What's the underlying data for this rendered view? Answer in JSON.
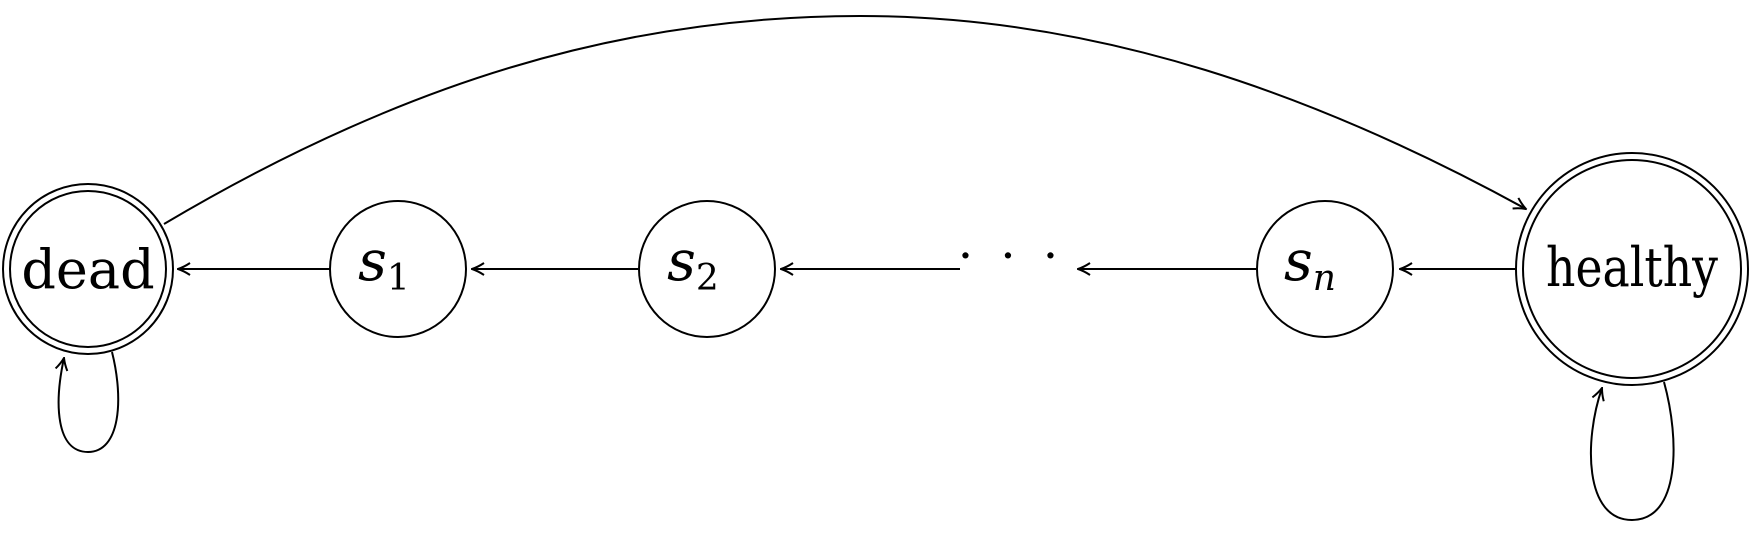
{
  "diagram": {
    "nodes": {
      "dead": {
        "label": "dead",
        "accepting": true
      },
      "s1": {
        "var": "s",
        "sub": "1"
      },
      "s2": {
        "var": "s",
        "sub": "2"
      },
      "ellipsis": {
        "label": "· · ·"
      },
      "sn": {
        "var": "s",
        "sub": "n"
      },
      "healthy": {
        "label": "healthy",
        "accepting": true
      }
    },
    "edges": [
      {
        "from": "healthy",
        "to": "sn"
      },
      {
        "from": "sn",
        "to": "ellipsis"
      },
      {
        "from": "ellipsis",
        "to": "s2"
      },
      {
        "from": "s2",
        "to": "s1"
      },
      {
        "from": "s1",
        "to": "dead"
      },
      {
        "from": "dead",
        "to": "healthy",
        "kind": "arc"
      },
      {
        "from": "dead",
        "to": "dead",
        "kind": "self-loop"
      },
      {
        "from": "healthy",
        "to": "healthy",
        "kind": "self-loop"
      }
    ],
    "colors": {
      "stroke": "#000000",
      "background": "#ffffff"
    }
  }
}
